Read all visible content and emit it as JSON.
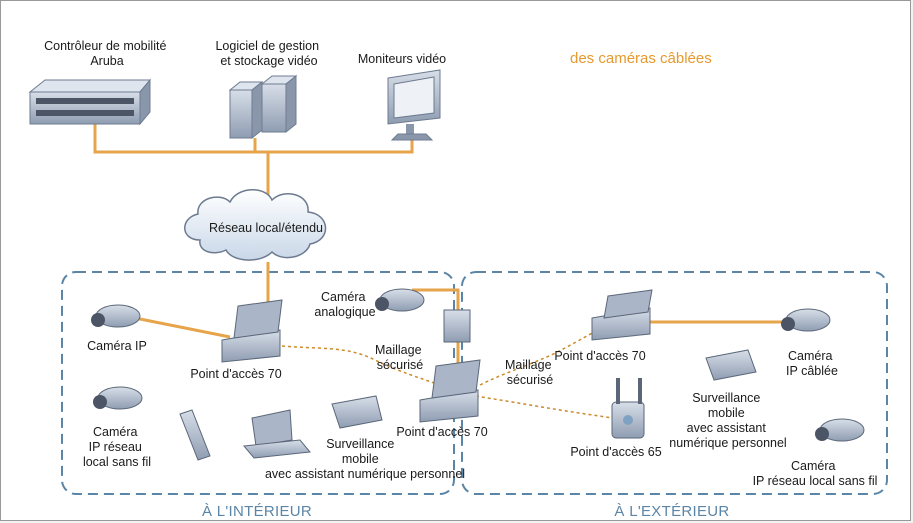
{
  "header_title": "des caméras câblées",
  "zones": {
    "inside": "À L'INTÉRIEUR",
    "outside": "À L'EXTÉRIEUR"
  },
  "network": {
    "cloud_label": "Réseau local/étendu"
  },
  "devices": {
    "controller": [
      "Contrôleur de mobilité",
      "Aruba"
    ],
    "storage": [
      "Logiciel de gestion",
      "et stockage vidéo"
    ],
    "monitors": [
      "Moniteurs vidéo"
    ],
    "ip_camera": [
      "Caméra IP"
    ],
    "ap70_left": [
      "Point d'accès 70"
    ],
    "analog_camera": [
      "Caméra",
      "analogique"
    ],
    "mesh_left": [
      "Maillage",
      "sécurisé"
    ],
    "wireless_cam_left": [
      "Caméra",
      "IP réseau",
      "local sans fil"
    ],
    "pda_left": [
      "Surveillance",
      "mobile",
      "avec assistant numérique personnel"
    ],
    "ap70_center": [
      "Point d'accès 70"
    ],
    "mesh_right": [
      "Maillage",
      "sécurisé"
    ],
    "ap70_right": [
      "Point d'accès 70"
    ],
    "wired_cam": [
      "Caméra",
      "IP câblée"
    ],
    "pda_right": [
      "Surveillance",
      "mobile",
      "avec assistant",
      "numérique personnel"
    ],
    "ap65": [
      "Point d'accès 65"
    ],
    "wireless_cam_right": [
      "Caméra",
      "IP réseau local sans fil"
    ]
  },
  "colors": {
    "wired_link": "#e6a54a",
    "wireless_link": "#cc8a2a",
    "zone_border": "#5b85a6",
    "device_fill": "#b9c4d4"
  }
}
